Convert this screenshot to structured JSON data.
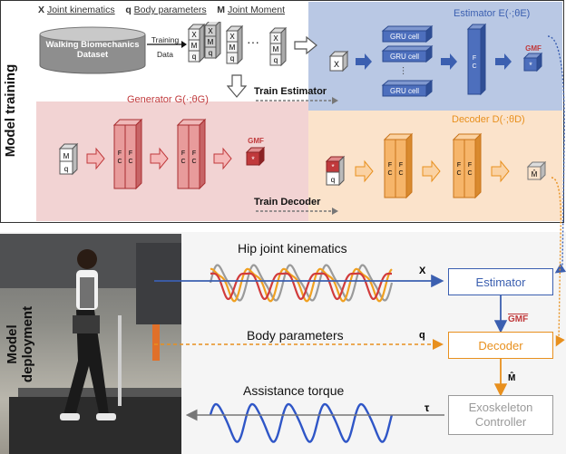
{
  "sections": {
    "training_label": "Model training",
    "deployment_label": "Model deployment"
  },
  "legend": {
    "x_symbol": "X",
    "x_label": "Joint kinematics",
    "q_symbol": "q",
    "q_label": "Body parameters",
    "m_symbol": "M",
    "m_label": "Joint Moment"
  },
  "dataset": {
    "title": "Walking Biomechanics Dataset",
    "arrow_label": "Training Data"
  },
  "training": {
    "estimator_title": "Estimator E(·;θE)",
    "generator_title": "Generator G(·;θG)",
    "decoder_title": "Decoder D(·;θD)",
    "train_estimator": "Train Estimator",
    "train_decoder": "Train Decoder",
    "gru_cell": "GRU cell",
    "fc": "F C",
    "gmf": "GMF",
    "sym_x": "X",
    "sym_m": "M",
    "sym_q": "q",
    "sym_star": "*",
    "sym_mhat": "M̂",
    "ellipsis": "···"
  },
  "deployment": {
    "hip_kinematics": "Hip joint kinematics",
    "body_parameters": "Body parameters",
    "assistance_torque": "Assistance torque",
    "estimator": "Estimator",
    "decoder": "Decoder",
    "exo_line1": "Exoskeleton",
    "exo_line2": "Controller",
    "label_x": "X",
    "label_q": "q",
    "label_gmf": "GMF",
    "label_mhat": "M̂",
    "label_tau": "τ"
  },
  "colors": {
    "estimator_bg": "#b9c8e4",
    "generator_bg": "#f2d3d3",
    "decoder_bg": "#fbe3cb",
    "blue": "#3b5fb0",
    "red": "#c0393b",
    "orange": "#e8901e",
    "gray_box": "#9a9a9a"
  }
}
